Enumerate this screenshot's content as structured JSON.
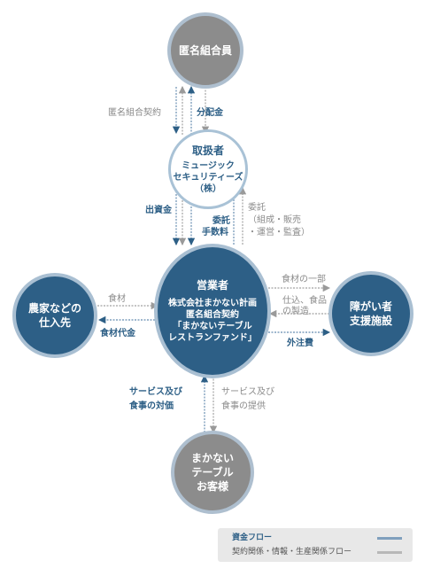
{
  "nodes": {
    "investor": {
      "title": "匿名組合員"
    },
    "handler": {
      "title": "取扱者",
      "line1": "ミュージック",
      "line2": "セキュリティーズ",
      "line3": "（株）"
    },
    "operator": {
      "title": "営業者",
      "line1": "株式会社まかない計画",
      "line2": "匿名組合契約",
      "line3": "「まかないテーブル",
      "line4": "レストランファンド」"
    },
    "farmers": {
      "line1": "農家などの",
      "line2": "仕入先"
    },
    "welfare": {
      "line1": "障がい者",
      "line2": "支援施設"
    },
    "customers": {
      "line1": "まかない",
      "line2": "テーブル",
      "line3": "お客様"
    }
  },
  "flows": {
    "contract_top": "匿名組合契約",
    "dividend": "分配金",
    "investment": "出資金",
    "commission_line1": "委託",
    "commission_line2": "手数料",
    "entrust_line1": "委託",
    "entrust_line2": "（組成・販売",
    "entrust_line3": "・運営・監査）",
    "ingredients": "食材",
    "ingredients_payment": "食材代金",
    "ingredients_part": "食材の一部",
    "prep_line1": "仕込、食品",
    "prep_line2": "の製造",
    "outsourcing_fee": "外注費",
    "service_payment_line1": "サービス及び",
    "service_payment_line2": "食事の対価",
    "service_provision_line1": "サービス及び",
    "service_provision_line2": "食事の提供"
  },
  "legend": {
    "money_flow": "資金フロー",
    "contract_flow": "契約関係・情報・生産関係フロー"
  },
  "colors": {
    "money": "#2d5f86",
    "contract": "#8a8a8a",
    "node_gray": "#8c8c8c",
    "node_blue": "#2d5f86"
  }
}
